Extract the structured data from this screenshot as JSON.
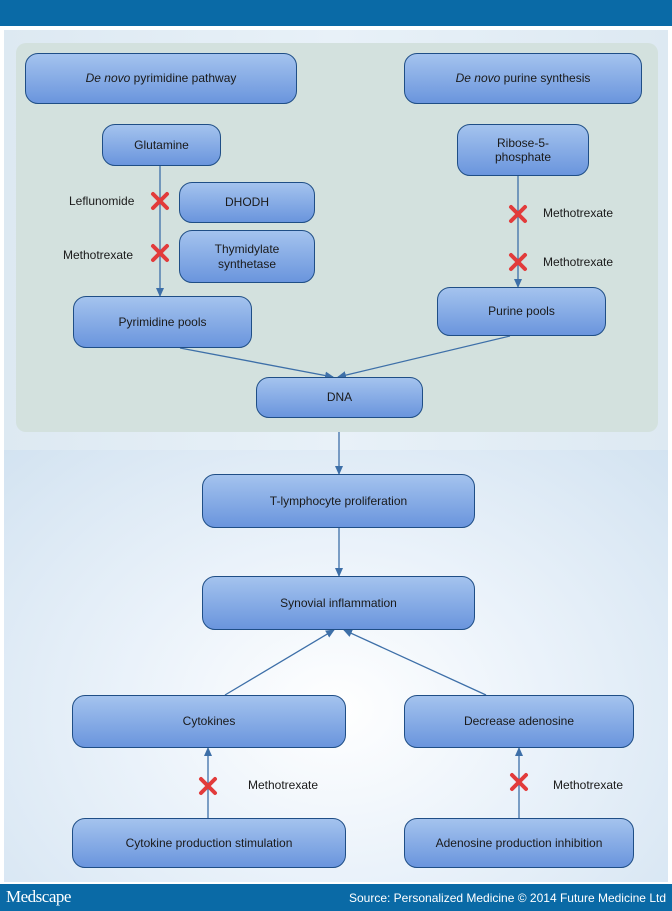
{
  "boxes": {
    "pyrimidine_pathway": {
      "prefix": "De novo",
      "rest": " pyrimidine pathway"
    },
    "purine_synthesis": {
      "prefix": "De novo",
      "rest": " purine synthesis"
    },
    "glutamine": "Glutamine",
    "ribose_line1": "Ribose-5-",
    "ribose_line2": "phosphate",
    "dhodh": "DHODH",
    "thymidylate_line1": "Thymidylate",
    "thymidylate_line2": "synthetase",
    "pyrimidine_pools": "Pyrimidine pools",
    "purine_pools": "Purine pools",
    "dna": "DNA",
    "t_lymphocyte": "T-lymphocyte proliferation",
    "synovial": "Synovial inflammation",
    "cytokines": "Cytokines",
    "decrease_adenosine": "Decrease adenosine",
    "cytokine_stimulation": "Cytokine production stimulation",
    "adenosine_inhibition": "Adenosine production inhibition"
  },
  "drugs": {
    "leflunomide": "Leflunomide",
    "methotrexate_pyrimidine": "Methotrexate",
    "methotrexate_purine_1": "Methotrexate",
    "methotrexate_purine_2": "Methotrexate",
    "methotrexate_cytokines": "Methotrexate",
    "methotrexate_adenosine": "Methotrexate"
  },
  "colors": {
    "header_bar": "#0a6aa6",
    "arrow": "#3d6fa8",
    "inhibition_mark": "#e23b3b"
  },
  "icons": {
    "inhibition": "red-x-icon"
  },
  "footer": {
    "logo": "Medscape",
    "source": "Source: Personalized Medicine © 2014 Future Medicine Ltd"
  }
}
